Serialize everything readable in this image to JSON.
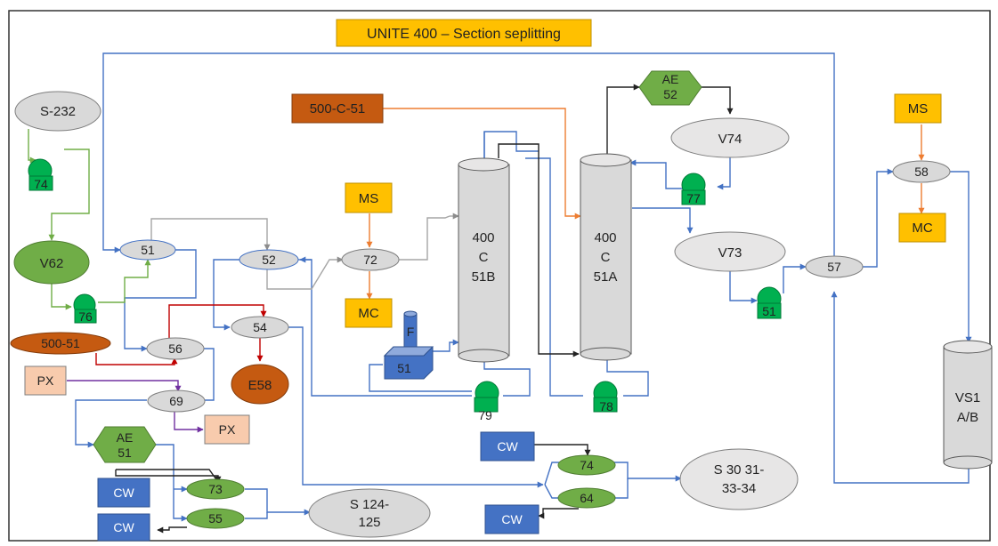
{
  "title": "UNITE 400 – Section seplitting",
  "colors": {
    "blue_line": "#4472c4",
    "green_line": "#70ad47",
    "gray_line": "#a6a6a6",
    "orange_line": "#ed7d31",
    "red_line": "#c00000",
    "purple_line": "#7030a0",
    "black_line": "#222222",
    "gray_node": "#d9d9d9",
    "green_node": "#70ad47",
    "pump_green": "#00b050",
    "yellow_box": "#ffc000",
    "orange_box": "#c55a11",
    "blue_box": "#4472c4",
    "peach_box": "#f8cbad"
  },
  "nodes": {
    "s232": "S-232",
    "p74_left": "74",
    "v62": "V62",
    "p76": "76",
    "n51_left": "51",
    "n52": "52",
    "n72": "72",
    "ms_mid": "MS",
    "mc_mid": "MC",
    "c500_51": "500-51",
    "n56": "56",
    "n54": "54",
    "e58": "E58",
    "px_in": "PX",
    "n69": "69",
    "px_out": "PX",
    "ae51": [
      "AE",
      "51"
    ],
    "cw1": "CW",
    "cw2": "CW",
    "n73": "73",
    "n55": "55",
    "s124": [
      "S 124-",
      "125"
    ],
    "c500_c_51": "500-C-51",
    "col51b": [
      "400",
      "C",
      "51B"
    ],
    "col51a": [
      "400",
      "C",
      "51A"
    ],
    "f51_top": "F",
    "f51_box": "51",
    "p79": "79",
    "p78": "78",
    "ae52": [
      "AE",
      "52"
    ],
    "v74": "V74",
    "p77": "77",
    "v73": "V73",
    "p51_right": "51",
    "n57": "57",
    "ms_right": "MS",
    "n58": "58",
    "mc_right": "MC",
    "vs51": [
      "VS1",
      "A/B"
    ],
    "cw3": "CW",
    "cw4": "CW",
    "n74b": "74",
    "n64": "64",
    "s30": [
      "S 30 31-",
      "33-34"
    ]
  }
}
